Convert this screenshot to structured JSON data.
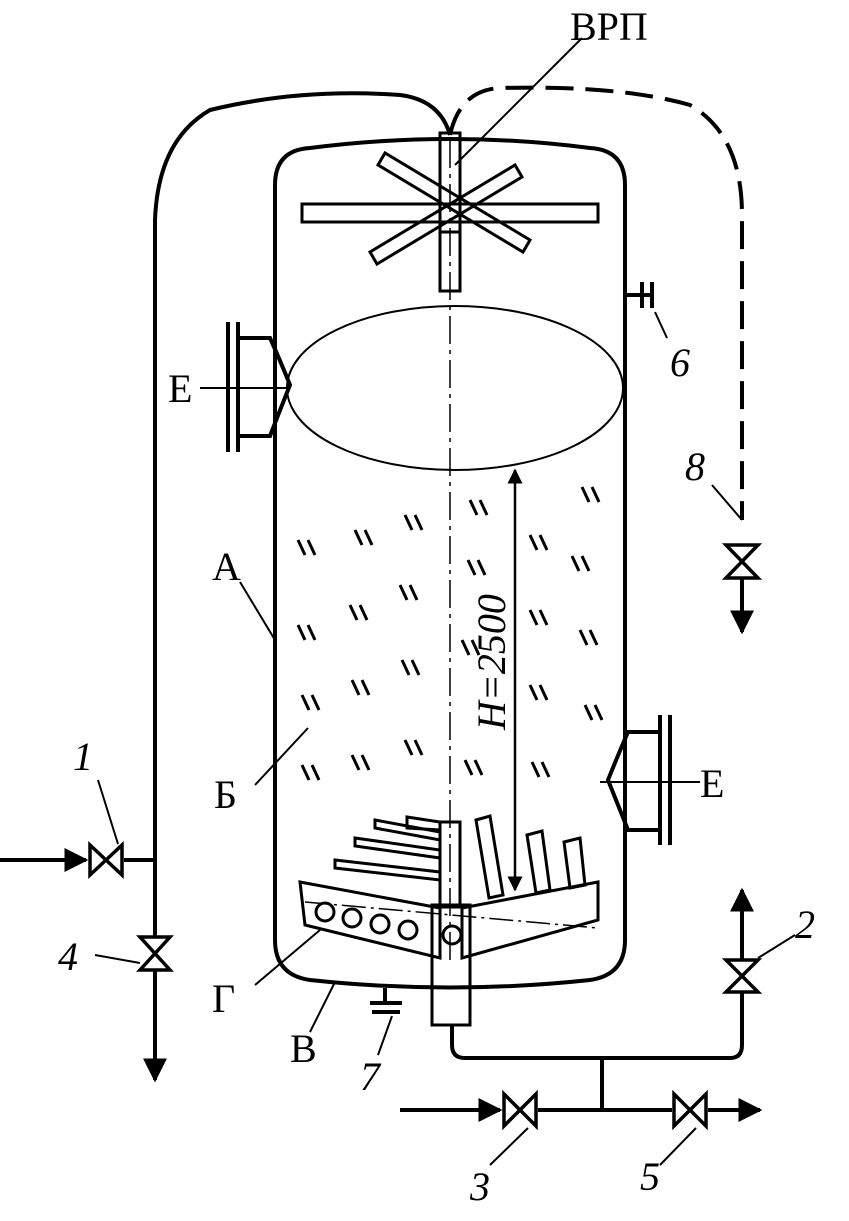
{
  "labels": {
    "vrp": "ВРП",
    "a": "А",
    "b": "Б",
    "v": "В",
    "g": "Г",
    "e_left": "Е",
    "e_right": "Е",
    "height": "H=2500",
    "n1": "1",
    "n2": "2",
    "n3": "3",
    "n4": "4",
    "n5": "5",
    "n6": "6",
    "n7": "7",
    "n8": "8"
  }
}
